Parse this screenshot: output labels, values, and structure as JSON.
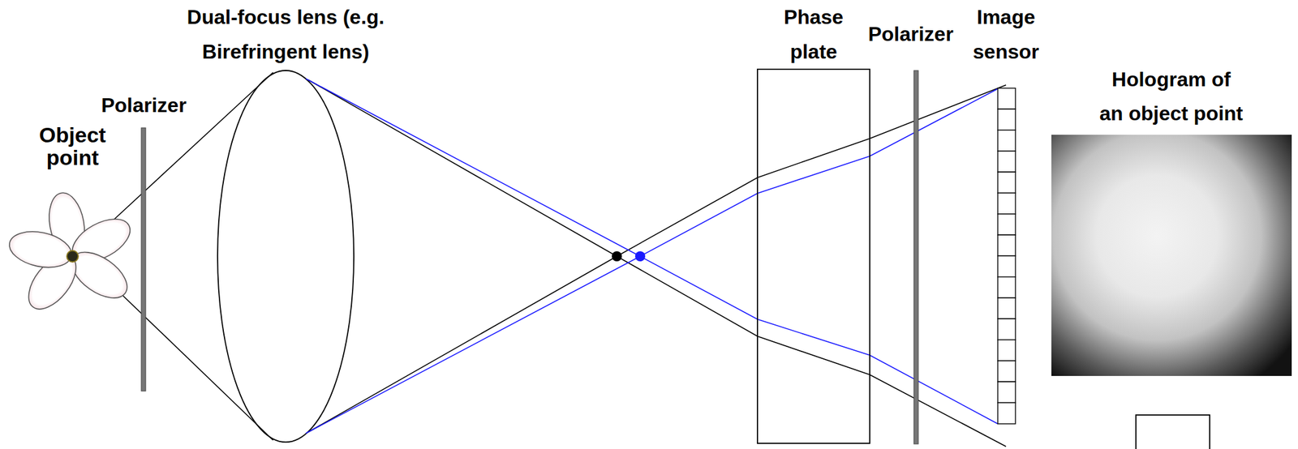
{
  "diagram": {
    "nodes": [
      {
        "text": [
          "Object point"
        ]
      },
      {
        "text": [
          "Polarizer"
        ]
      },
      {
        "text": [
          "Dual-focus lens (e.g. Birefringent lens)"
        ]
      },
      {
        "text": [
          "Phase plate"
        ]
      },
      {
        "text": [
          "Polarizer"
        ]
      },
      {
        "text": [
          "Image sensor"
        ]
      },
      {
        "text": [
          "Hologram of an object point"
        ]
      }
    ]
  }
}
